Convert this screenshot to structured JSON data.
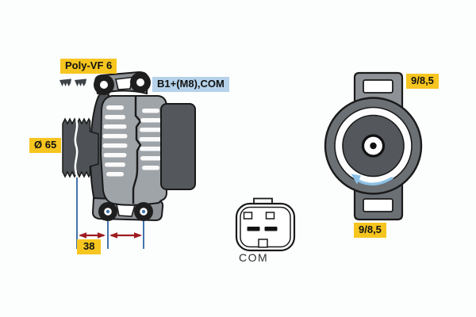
{
  "diagram": {
    "type": "alternator-technical-drawing",
    "views": {
      "side_view": {
        "belt_type_label": "Poly-VF 6",
        "terminal_label": "B1+(M8),COM",
        "pulley_diameter_label": "Ø 65",
        "mount_spacing_label": "38"
      },
      "connector_view": {
        "connector_label": "COM",
        "pin_count": 2
      },
      "rear_view": {
        "mount_top_label": "9/8,5",
        "mount_bottom_label": "9/8,5",
        "rotation_direction": "counterclockwise"
      }
    },
    "icons": {
      "belt_profile": "poly-v-belt-icon",
      "rotation": "rotation-direction-arrow-icon"
    },
    "colors": {
      "label_yellow": "#F6C51F",
      "label_blue": "#B5D2EA",
      "dimension_red": "#9E1B1E",
      "extension_blue": "#4273AE",
      "rotation_blue": "#8CC0E4",
      "body_gray": "#9FA4A9",
      "body_mid_gray": "#8E9297",
      "body_dark_gray": "#54585C",
      "pulley_gray": "#4E5257",
      "outline": "#1A1A1A",
      "background": "#FCFDFD"
    }
  }
}
